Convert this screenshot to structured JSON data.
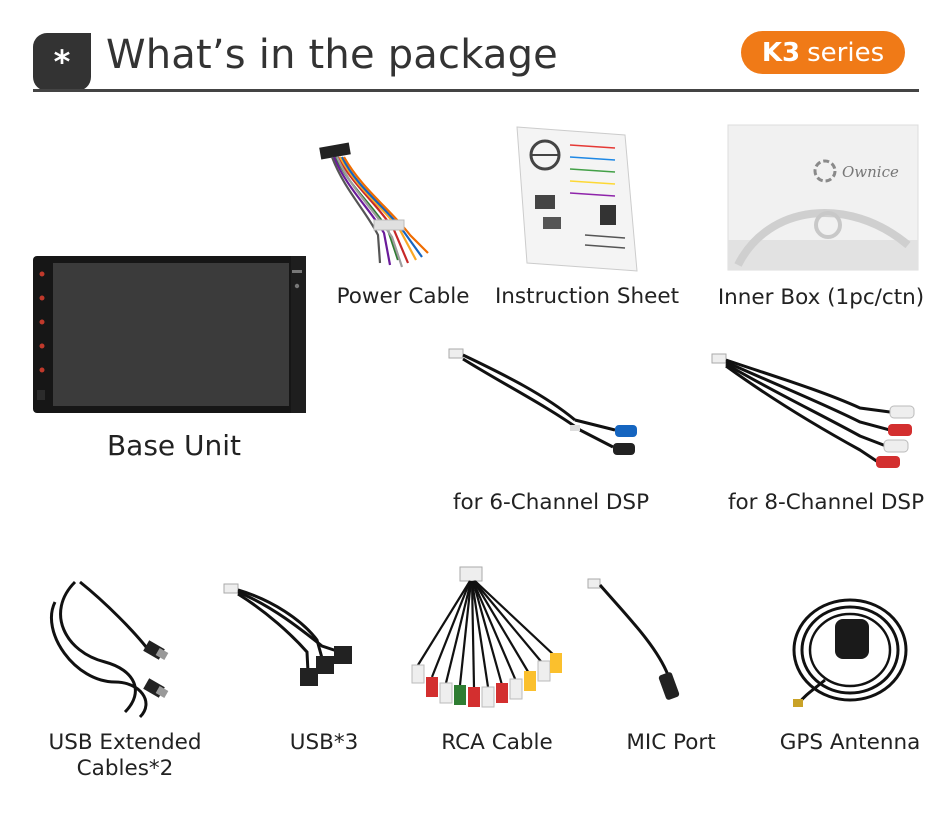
{
  "header": {
    "star": "*",
    "title": "What’s in the package",
    "series_strong": "K3",
    "series_rest": "series"
  },
  "items": {
    "base_unit": "Base Unit",
    "power_cable": "Power Cable",
    "instruction_sheet": "Instruction Sheet",
    "inner_box": "Inner Box (1pc/ctn)",
    "dsp6": "for 6-Channel DSP",
    "dsp8": "for 8-Channel DSP",
    "usb_ext_line1": "USB Extended",
    "usb_ext_line2": "Cables*2",
    "usb3": "USB*3",
    "rca": "RCA Cable",
    "mic": "MIC Port",
    "gps": "GPS Antenna"
  },
  "box_brand": "Ownice",
  "colors": {
    "accent": "#f07a17",
    "header_dark": "#333333"
  }
}
